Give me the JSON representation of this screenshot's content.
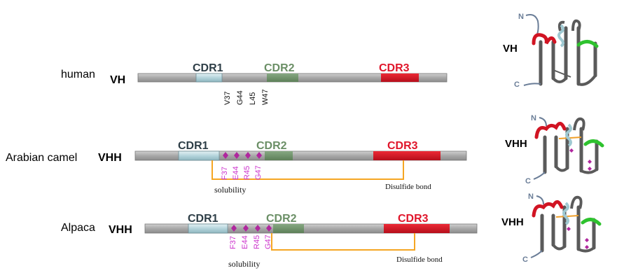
{
  "rows": [
    {
      "species": "human",
      "domain": "VH",
      "cdr1": "CDR1",
      "cdr2": "CDR2",
      "cdr3": "CDR3",
      "residues": [
        "V37",
        "G44",
        "L45",
        "W47"
      ],
      "residue_color": "#111111",
      "solubility": "",
      "bond": ""
    },
    {
      "species": "Arabian camel",
      "domain": "VHH",
      "cdr1": "CDR1",
      "cdr2": "CDR2",
      "cdr3": "CDR3",
      "residues": [
        "F37",
        "E44",
        "R45",
        "G47"
      ],
      "residue_color": "#cc33cc",
      "solubility": "solubility",
      "bond": "Disulfide bond"
    },
    {
      "species": "Alpaca",
      "domain": "VHH",
      "cdr1": "CDR1",
      "cdr2": "CDR2",
      "cdr3": "CDR3",
      "residues": [
        "F37",
        "E44",
        "R45",
        "G47"
      ],
      "residue_color": "#cc33cc",
      "solubility": "solubility",
      "bond": "Disulfide bond"
    }
  ],
  "structures": [
    {
      "label": "VH",
      "n": "N",
      "c": "C"
    },
    {
      "label": "VHH",
      "n": "N",
      "c": "C"
    },
    {
      "label": "VHH",
      "n": "N",
      "c": "C"
    }
  ],
  "colors": {
    "bar": "#a6a6a6",
    "cdr1": "#b9d6dc",
    "cdr1_text": "#2e3e47",
    "cdr2": "#6b8f66",
    "cdr2_text": "#6b8f66",
    "cdr3": "#d11423",
    "cdr3_text": "#e0162b",
    "bond": "#f5a623",
    "marker": "#b0279e",
    "loop_red": "#d11423",
    "loop_green": "#2ec22e",
    "loop_cyan": "#9fc9d2",
    "loop_orange": "#f0a02a",
    "strand": "#5a5a5a",
    "terminal": "#6a7d97"
  }
}
